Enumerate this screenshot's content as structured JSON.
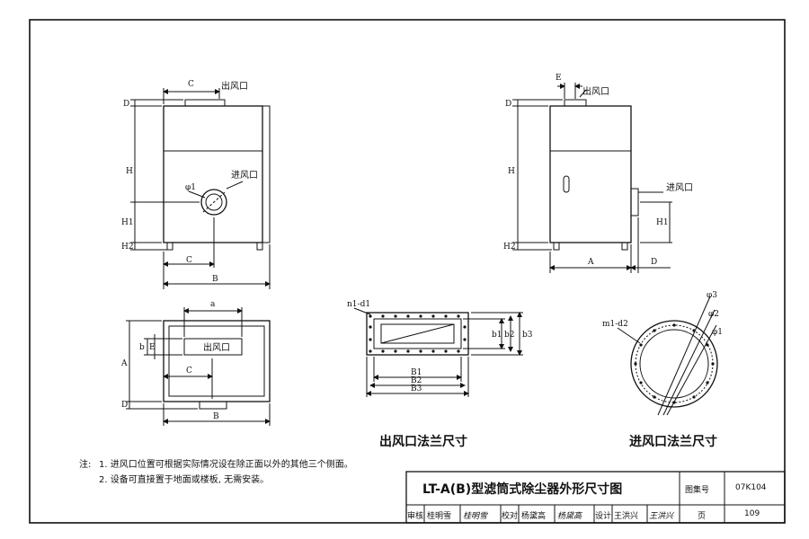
{
  "front_view": {
    "dim_c_top": "C",
    "outlet_label": "出风口",
    "dim_d": "D",
    "dim_h": "H",
    "dim_h1": "H1",
    "dim_h2": "H2",
    "phi1": "φ1",
    "inlet_label": "进风口",
    "dim_c_bottom": "C",
    "dim_b": "B"
  },
  "side_view": {
    "dim_e": "E",
    "outlet_label": "出风口",
    "dim_d": "D",
    "dim_h": "H",
    "dim_h1": "H1",
    "dim_h2": "H2",
    "inlet_label": "进风口",
    "dim_a": "A",
    "dim_d_bottom": "D"
  },
  "top_view": {
    "dim_a": "a",
    "dim_b": "b",
    "dim_e": "E",
    "dim_A": "A",
    "dim_c": "C",
    "dim_d": "D",
    "dim_B": "B",
    "outlet_label": "出风口"
  },
  "outlet_flange": {
    "holes": "n1-d1",
    "dim_b1": "b1",
    "dim_b2": "b2",
    "dim_b3": "b3",
    "dim_B1": "B1",
    "dim_B2": "B2",
    "dim_B3": "B3",
    "caption": "出风口法兰尺寸"
  },
  "inlet_flange": {
    "holes": "m1-d2",
    "phi3": "φ3",
    "phi2": "φ2",
    "phi1": "φ1",
    "caption": "进风口法兰尺寸"
  },
  "notes": {
    "prefix": "注:",
    "line1": "1. 进风口位置可根据实际情况设在除正面以外的其他三个侧面。",
    "line2": "2. 设备可直接置于地面或楼板, 无需安装。"
  },
  "title_block": {
    "title": "LT-A(B)型滤筒式除尘器外形尺寸图",
    "atlas_label": "图集号",
    "atlas_no": "07K104",
    "review_label": "审核",
    "reviewer": "桂明雪",
    "reviewer_sign": "桂明雪",
    "check_label": "校对",
    "checker": "杨黛高",
    "checker_sign": "杨黛高",
    "design_label": "设计",
    "designer": "王洪兴",
    "designer_sign": "王洪兴",
    "page_label": "页",
    "page_no": "109"
  }
}
